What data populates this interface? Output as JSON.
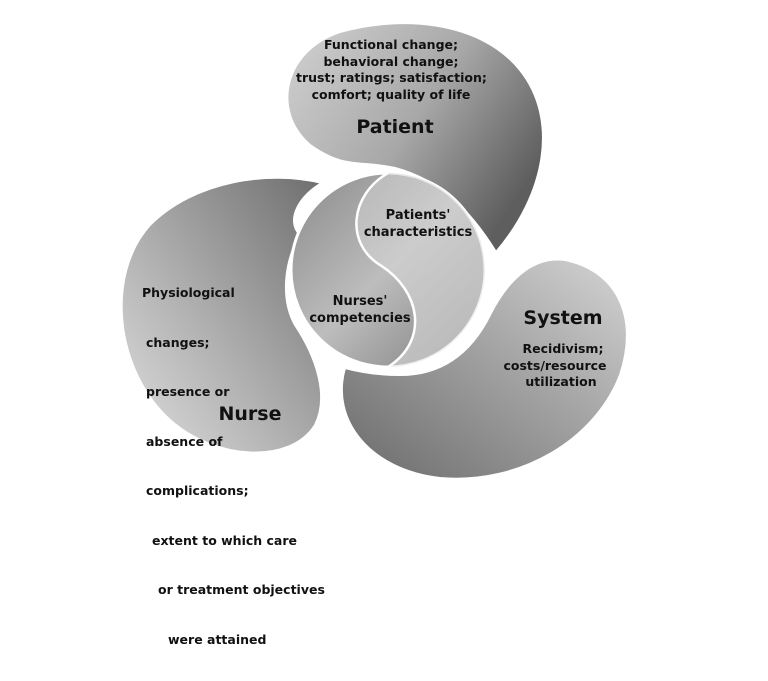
{
  "patient": {
    "outcomes": [
      "Functional change;",
      "behavioral change;",
      "trust; ratings; satisfaction;",
      "comfort; quality of life"
    ],
    "title": "Patient"
  },
  "nurse": {
    "outcomes": [
      "Physiological",
      "changes;",
      "presence or",
      "absence of",
      "complications;",
      "extent to which care",
      "or treatment objectives",
      "were attained"
    ],
    "title": "Nurse"
  },
  "system": {
    "title": "System",
    "outcomes": [
      "Recidivism;",
      "costs/resource",
      "utilization"
    ]
  },
  "center": {
    "patients": [
      "Patients'",
      "characteristics"
    ],
    "nurses": [
      "Nurses'",
      "competencies"
    ]
  }
}
